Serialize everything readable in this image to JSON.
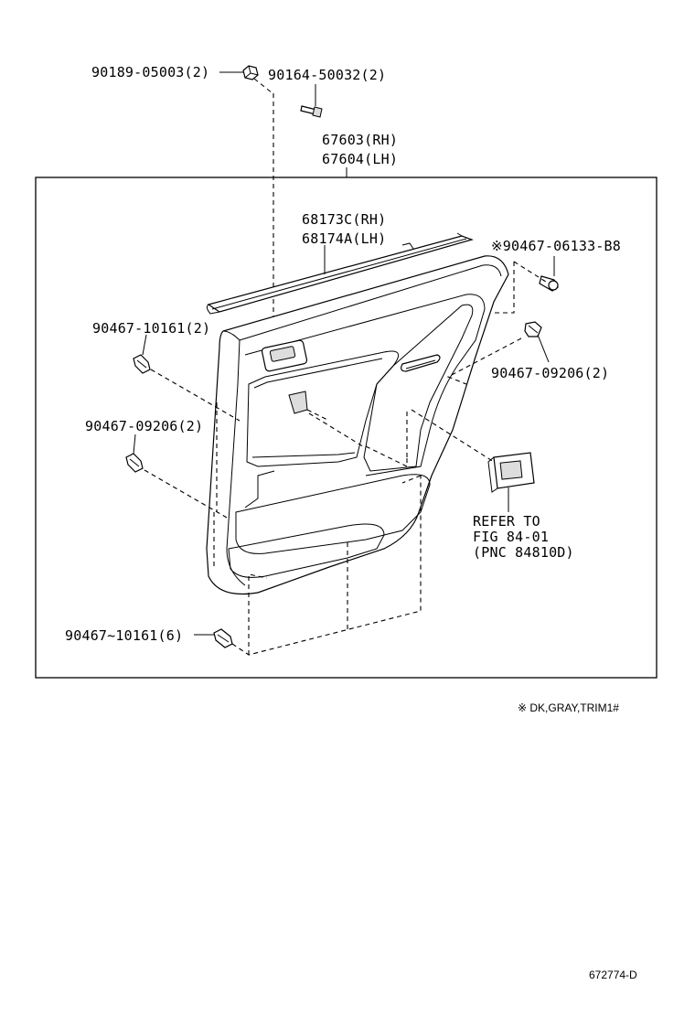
{
  "labels": {
    "p90189": "90189-05003(2)",
    "p90164": "90164-50032(2)",
    "p67603": "67603(RH)",
    "p67604": "67604(LH)",
    "p68173c": "68173C(RH)",
    "p68174a": "68174A(LH)",
    "p90467_06133": "※90467-06133-B8",
    "p90467_10161_2": "90467-10161(2)",
    "p90467_09206_right": "90467-09206(2)",
    "p90467_09206_left": "90467-09206(2)",
    "refer_line1": "REFER TO",
    "refer_line2": "FIG 84-01",
    "refer_line3": "(PNC 84810D)",
    "p90467_10161_6": "90467~10161(6)"
  },
  "footnote": "※ DK,GRAY,TRIM1#",
  "diagram_id": "672774-D"
}
